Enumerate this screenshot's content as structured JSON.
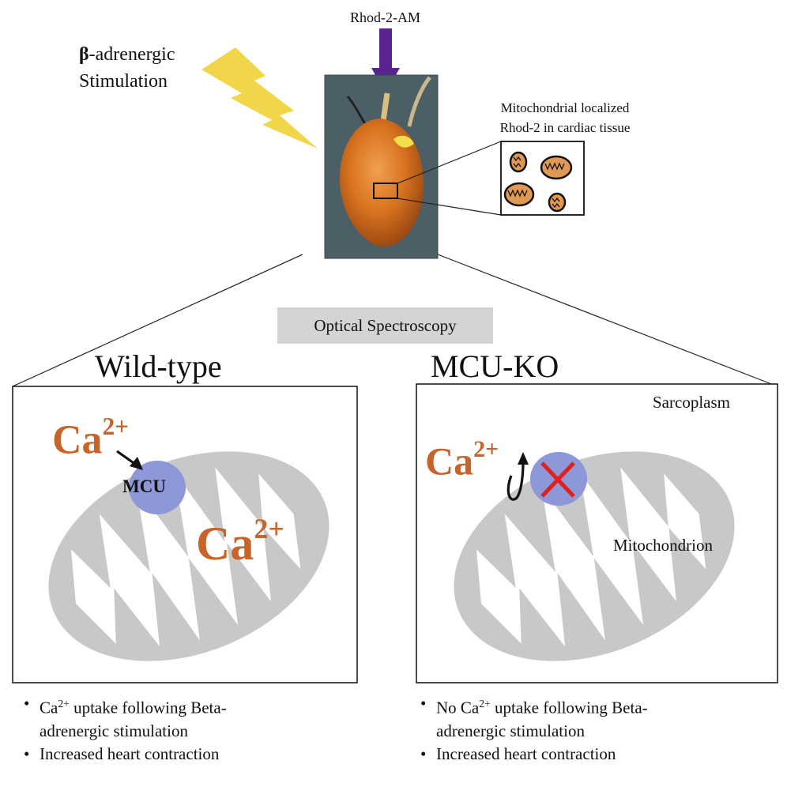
{
  "stimulation": {
    "beta": "β",
    "rest": "-adrenergic",
    "line2": "Stimulation"
  },
  "dye": {
    "label": "Rhod-2-AM"
  },
  "inset": {
    "line1": "Mitochondrial localized",
    "line2": "Rhod-2 in cardiac tissue"
  },
  "method": {
    "label": "Optical Spectroscopy"
  },
  "wildtype": {
    "title": "Wild-type",
    "ion_base": "Ca",
    "ion_charge": "2+",
    "channel": "MCU",
    "bullets": [
      {
        "pre": "Ca",
        "sup": "2+",
        "post": " uptake following Beta-",
        "line2": "adrenergic stimulation"
      },
      {
        "text": "Increased heart contraction"
      }
    ]
  },
  "knockout": {
    "title": "MCU-KO",
    "ion_base": "Ca",
    "ion_charge": "2+",
    "region_label": "Sarcoplasm",
    "organelle_label": "Mitochondrion",
    "bullets": [
      {
        "pre": "No Ca",
        "sup": "2+",
        "post": " uptake following Beta-",
        "line2": "adrenergic stimulation"
      },
      {
        "text": "Increased heart contraction"
      }
    ]
  },
  "bullet_glyph": "•",
  "colors": {
    "calcium": "#c8642a",
    "mcu": "#8e98d8",
    "mitochondrion": "#c8c8c8",
    "arrow": "#5b2390",
    "bolt": "#f2d64a",
    "block_mark": "#e0201c",
    "panel_bg": "#4c5e66"
  }
}
